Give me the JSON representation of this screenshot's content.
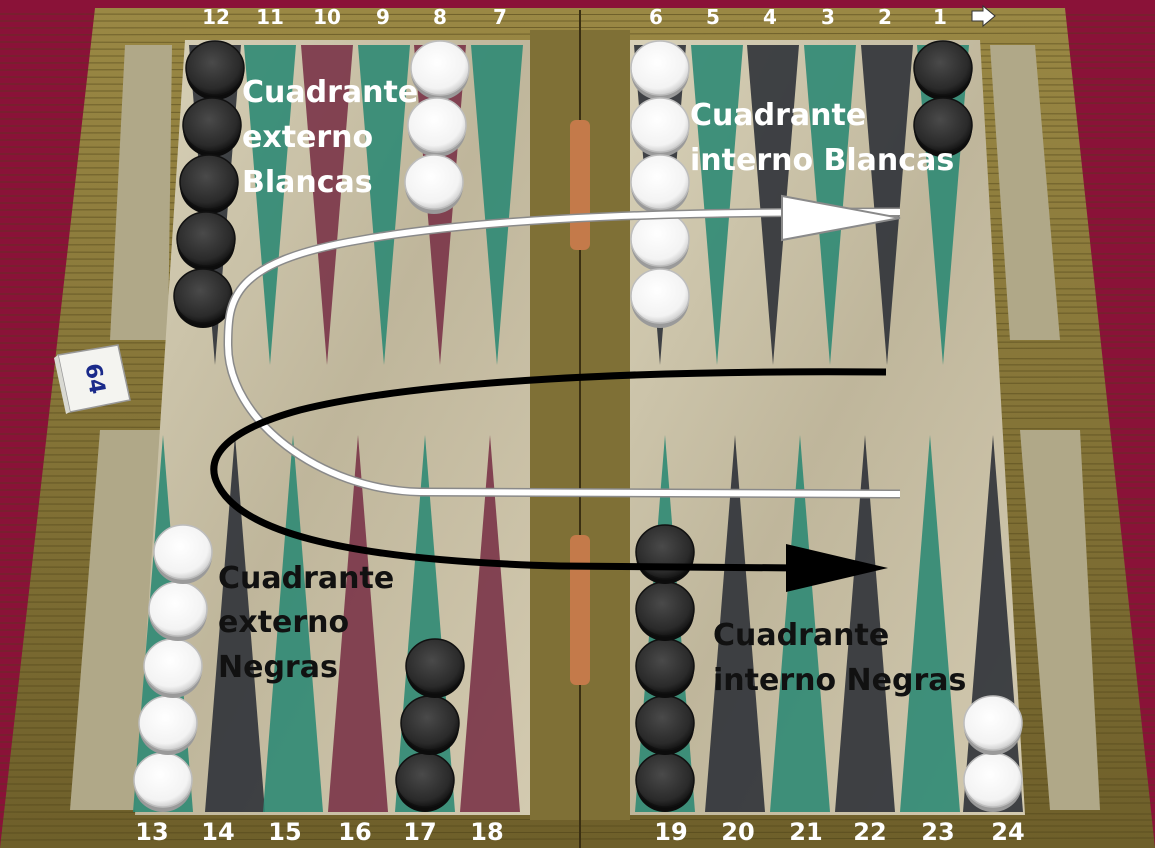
{
  "point_numbers_top": [
    "12",
    "11",
    "10",
    "9",
    "8",
    "7",
    "6",
    "5",
    "4",
    "3",
    "2",
    "1"
  ],
  "point_numbers_bottom": [
    "13",
    "14",
    "15",
    "16",
    "17",
    "18",
    "19",
    "20",
    "21",
    "22",
    "23",
    "24"
  ],
  "doubling_cube": "64",
  "quadrants": {
    "white_outer": [
      "Cuadrante",
      "externo",
      "Blancas"
    ],
    "white_inner": [
      "Cuadrante",
      "interno Blancas"
    ],
    "black_outer": [
      "Cuadrante",
      "externo",
      "Negras"
    ],
    "black_inner": [
      "Cuadrante",
      "interno Negras"
    ]
  },
  "checkers": {
    "white": {
      "8": 3,
      "6": 5,
      "13": 5,
      "24": 2
    },
    "black": {
      "12": 5,
      "1": 2,
      "17": 3,
      "19": 5
    }
  },
  "colors": {
    "felt": "#8a1238",
    "wood": "#8a7a3c",
    "board_surface": "#c9c0a6",
    "point_green": "#2f8a74",
    "point_dark": "#2f3238",
    "point_maroon": "#7a3448",
    "white_checker": "#fafafa",
    "black_checker": "#2c2c2c",
    "white_text": "#ffffff",
    "black_text": "#111111"
  }
}
